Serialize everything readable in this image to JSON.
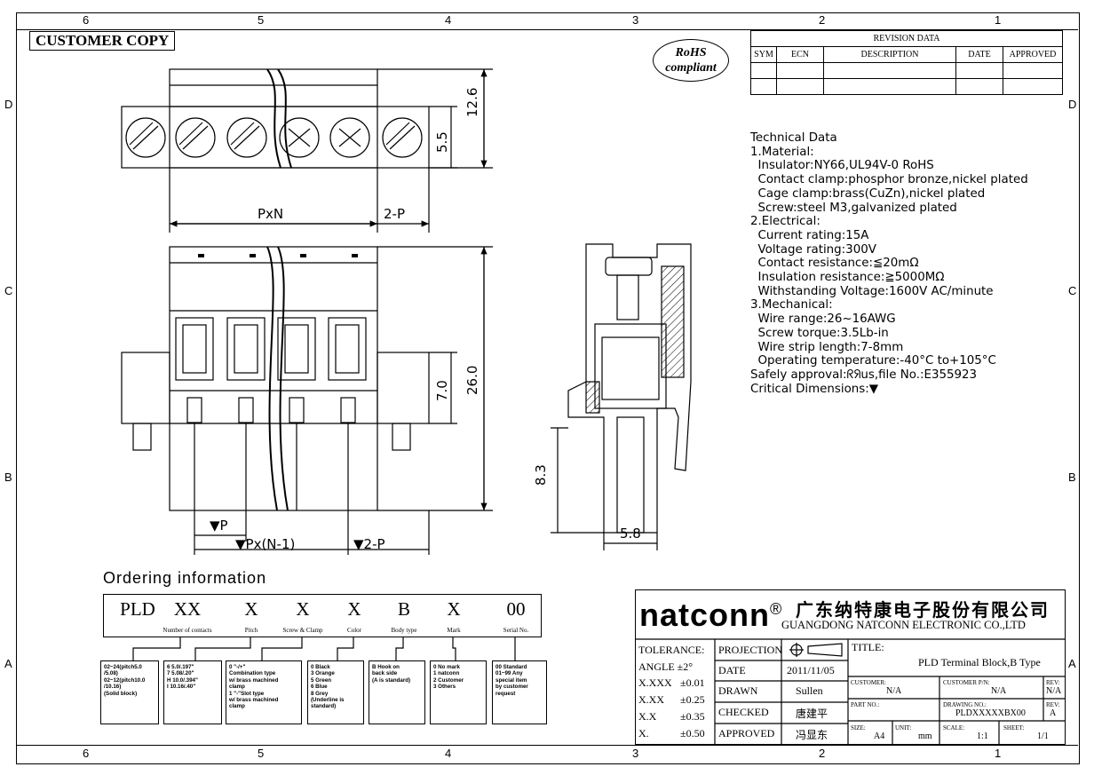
{
  "zones": {
    "columns": [
      "6",
      "5",
      "4",
      "3",
      "2",
      "1"
    ],
    "rows": [
      "D",
      "C",
      "B",
      "A"
    ]
  },
  "stamp": "CUSTOMER COPY",
  "rohs": [
    "RoHS",
    "compliant"
  ],
  "revision": {
    "title": "REVISION DATA",
    "headers": [
      "SYM",
      "ECN",
      "DESCRIPTION",
      "DATE",
      "APPROVED"
    ]
  },
  "dimensions": {
    "top_height": "12.6",
    "top_small": "5.5",
    "pxn": "PxN",
    "two_p": "2-P",
    "front_height": "26.0",
    "front_small": "7.0",
    "p": "▼P",
    "pxn1": "▼Px(N-1)",
    "two_p_front": "▼2-P",
    "side_depth": "8.3",
    "side_width": "5.8"
  },
  "technical_data": [
    "Technical Data",
    "1.Material:",
    "  Insulator:NY66,UL94V-0 RoHS",
    "  Contact clamp:phosphor bronze,nickel plated",
    "  Cage clamp:brass(CuZn),nickel plated",
    "  Screw:steel M3,galvanized plated",
    "2.Electrical:",
    "  Current rating:15A",
    "  Voltage rating:300V",
    "  Contact resistance:≦20mΩ",
    "  Insulation resistance:≧5000MΩ",
    "  Withstanding Voltage:1600V AC/minute",
    "3.Mechanical:",
    "  Wire range:26~16AWG",
    "  Screw torque:3.5Lb-in",
    "  Wire strip length:7-8mm",
    "  Operating temperature:-40°C to+105°C",
    "Safely approval:ᖇᖆus,file No.:E355923",
    "Critical Dimensions:▼"
  ],
  "ordering": {
    "heading": "Ordering information",
    "codes": [
      {
        "code": "PLD",
        "label": ""
      },
      {
        "code": "XX",
        "label": "Number of contacts"
      },
      {
        "code": "X",
        "label": "Pitch"
      },
      {
        "code": "X",
        "label": "Screw & Clamp"
      },
      {
        "code": "X",
        "label": "Color"
      },
      {
        "code": "B",
        "label": "Body type"
      },
      {
        "code": "X",
        "label": "Mark"
      },
      {
        "code": "00",
        "label": "Serial No."
      }
    ],
    "options": [
      "02~24(pitch5.0\n/5.08)\n02~12(pitch10.0\n/10.16)\n(Solid block)",
      "6 5.0/.197\"\n7 5.08/.20\"\nH 10.0/.394\"\nI 10.16/.40\"",
      "0 \"-/+\"\nCombination type\nw/ brass machined\nclamp\n1 \"-\"Slot type\nw/ brass machined\nclamp",
      "0 Black\n3 Orange\n5 Green\n6 Blue\n8 Grey\n(Underline is\nstandard)",
      "B Hook on\nback side\n(A is standard)",
      "0 No mark\n1 natconn\n2 Customer\n3 Others",
      "00 Standard\n01~99 Any\nspecial item\nby customer\nrequest"
    ]
  },
  "title_block": {
    "logo": "natconn",
    "reg": "®",
    "company_cn": "广东纳特康电子股份有限公司",
    "company_en": "GUANGDONG NATCONN ELECTRONIC CO.,LTD",
    "tolerance": "TOLERANCE:",
    "angle": "ANGLE ±2°",
    "tol_rows": [
      [
        "X.XXX",
        "±0.01"
      ],
      [
        "X.XX",
        "±0.25"
      ],
      [
        "X.X",
        "±0.35"
      ],
      [
        "X.",
        "±0.50"
      ]
    ],
    "projection": "PROJECTION",
    "date_label": "DATE",
    "date": "2011/11/05",
    "drawn_label": "DRAWN",
    "drawn": "Sullen",
    "checked_label": "CHECKED",
    "checked": "唐建平",
    "approved_label": "APPROVED",
    "approved": "冯显东",
    "title_label": "TITLE:",
    "title": "PLD Terminal Block,B Type",
    "customer_label": "CUSTOMER:",
    "customer": "N/A",
    "customer_pn_label": "CUSTOMER P/N:",
    "customer_pn": "N/A",
    "rev_label": "REV:",
    "rev1": "N/A",
    "rev2": "A",
    "part_no_label": "PART NO.:",
    "drawing_no_label": "DRAWING NO.:",
    "drawing_no": "PLDXXXXXBX00",
    "size_label": "SIZE:",
    "size": "A4",
    "unit_label": "UNIT:",
    "unit": "mm",
    "scale_label": "SCALE:",
    "scale": "1:1",
    "sheet_label": "SHEET:",
    "sheet": "1/1"
  }
}
